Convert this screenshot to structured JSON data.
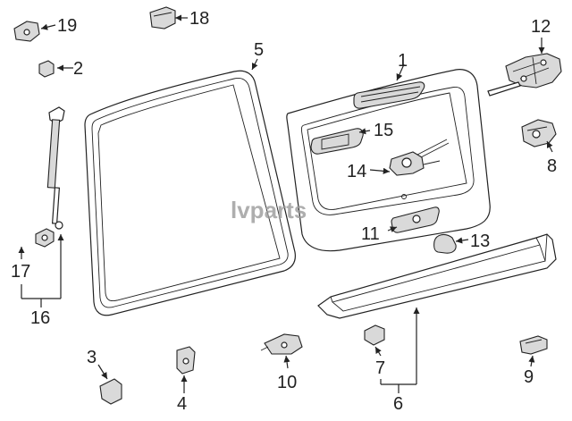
{
  "watermark": "lvparts",
  "callouts": [
    "1",
    "2",
    "3",
    "4",
    "5",
    "6",
    "7",
    "8",
    "9",
    "10",
    "11",
    "12",
    "13",
    "14",
    "15",
    "16",
    "17",
    "18",
    "19"
  ]
}
